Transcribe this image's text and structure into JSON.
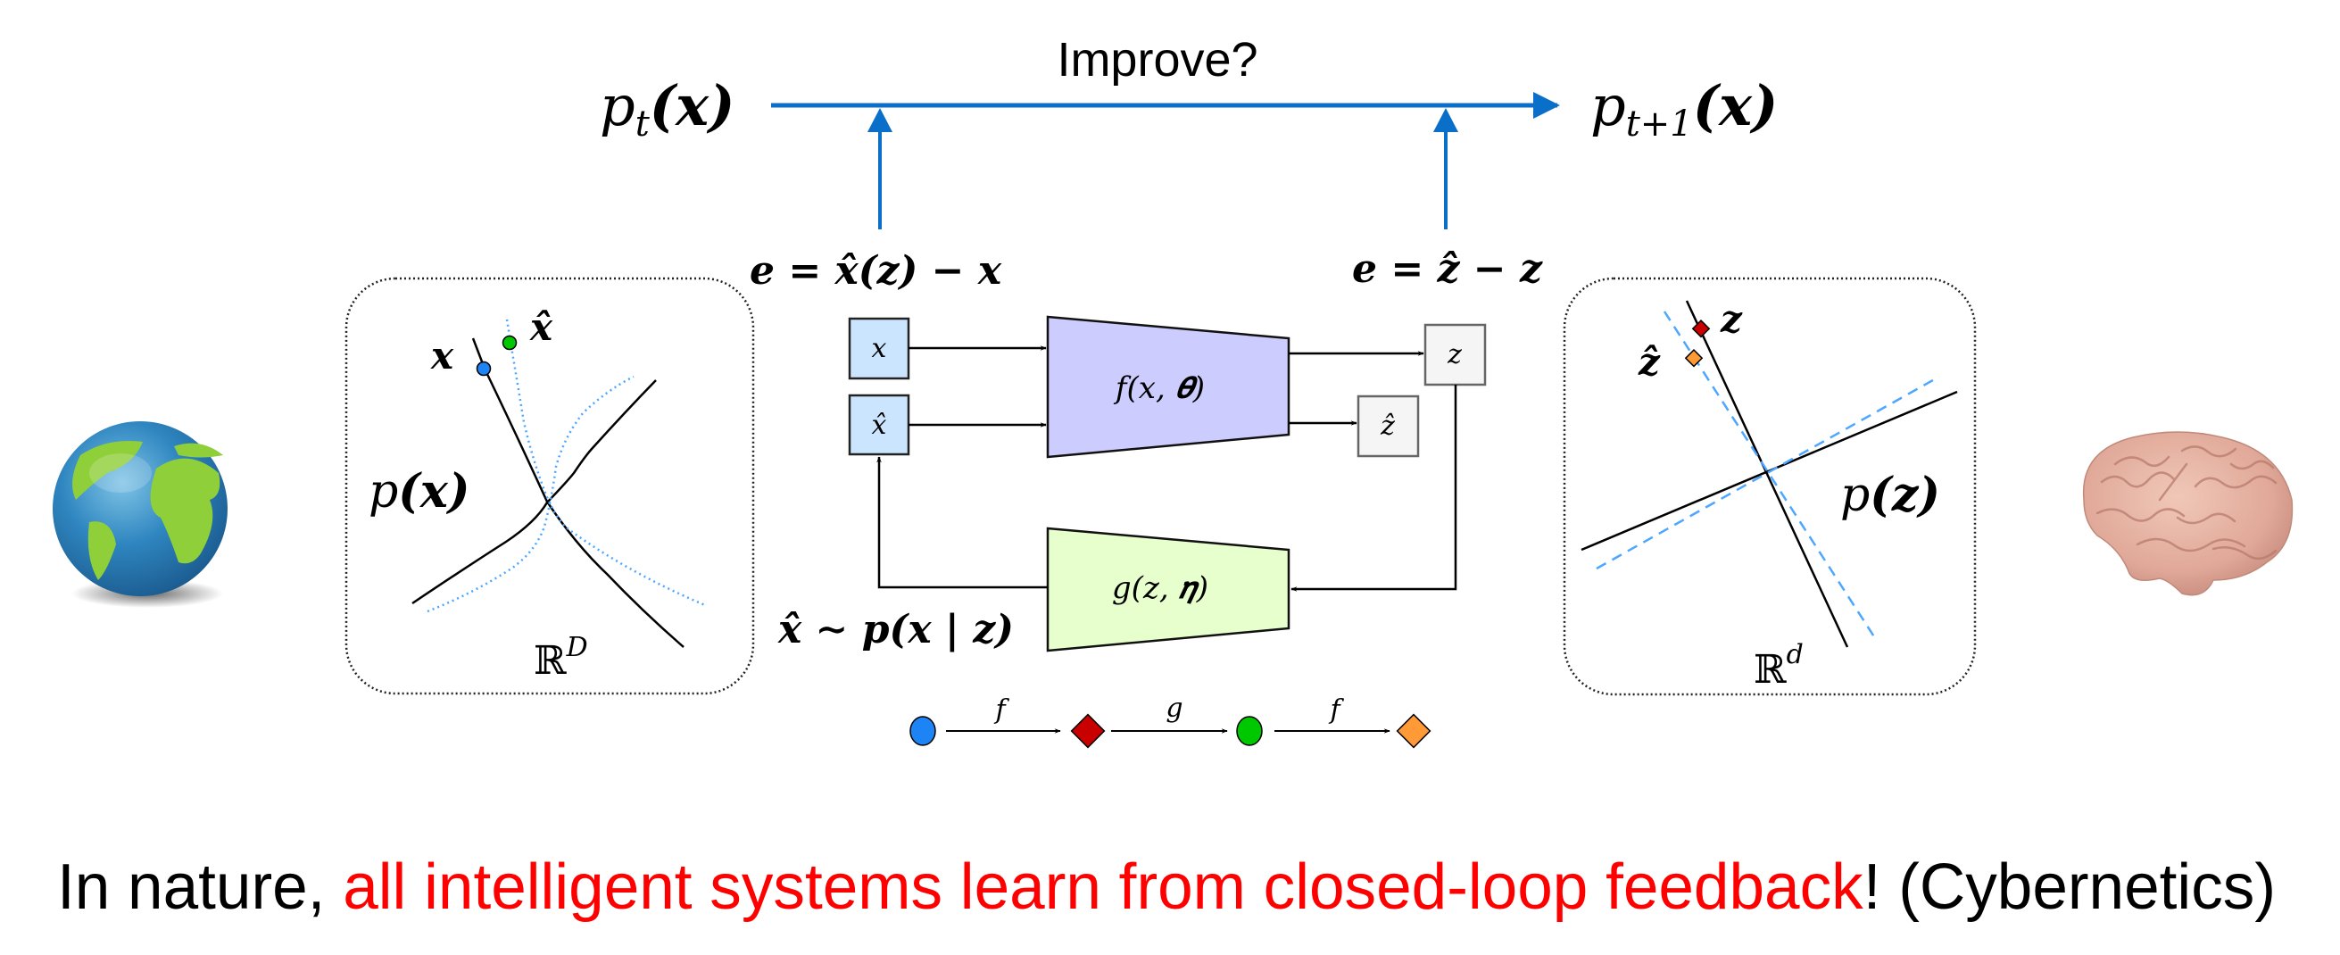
{
  "title": "Improve?",
  "top_flow": {
    "left_label": "p",
    "left_sub": "t",
    "left_arg": "(𝒙)",
    "right_label": "p",
    "right_sub": "t+1",
    "right_arg": "(𝒙)",
    "arrow_color": "#0a6fc8"
  },
  "errors": {
    "data_error": "𝒆 = 𝒙̂(𝒛) − 𝒙",
    "latent_error": "𝒆 = 𝒛̂ − 𝒛"
  },
  "data_space": {
    "x_label": "𝒙",
    "xhat_label": "𝒙̂",
    "dist_label_p": "p",
    "dist_label_arg": "(𝒙)",
    "space_label": "ℝ",
    "space_sup": "D"
  },
  "latent_space": {
    "z_label": "𝒛",
    "zhat_label": "𝒛̂",
    "dist_label_p": "p",
    "dist_label_arg": "(𝒛)",
    "space_label": "ℝ",
    "space_sup": "d"
  },
  "network": {
    "input_x": "x",
    "input_xhat": "x̂",
    "encoder": "f(x, 𝜽)",
    "decoder": "g(z, 𝜼)",
    "latent_z": "z",
    "latent_zhat": "ẑ",
    "sample_label": "𝒙̂ ∼ p(𝒙 | 𝒛)",
    "encoder_fill": "#ccccff",
    "decoder_fill": "#e6ffcc",
    "input_fill": "#cce5ff",
    "latent_fill": "#f5f5f5"
  },
  "legend": {
    "steps": [
      "f",
      "g",
      "f"
    ],
    "markers": [
      {
        "shape": "circle",
        "color": "#1c84f4"
      },
      {
        "shape": "diamond",
        "color": "#c80000"
      },
      {
        "shape": "circle",
        "color": "#00c800"
      },
      {
        "shape": "diamond",
        "color": "#ff9a36"
      }
    ]
  },
  "images": {
    "left": "earth-globe",
    "right": "human-brain"
  },
  "caption": {
    "prefix": "In nature, ",
    "highlight": "all intelligent systems learn from closed-loop feedback",
    "suffix": "! (Cybernetics)",
    "highlight_color": "#ff0000"
  }
}
